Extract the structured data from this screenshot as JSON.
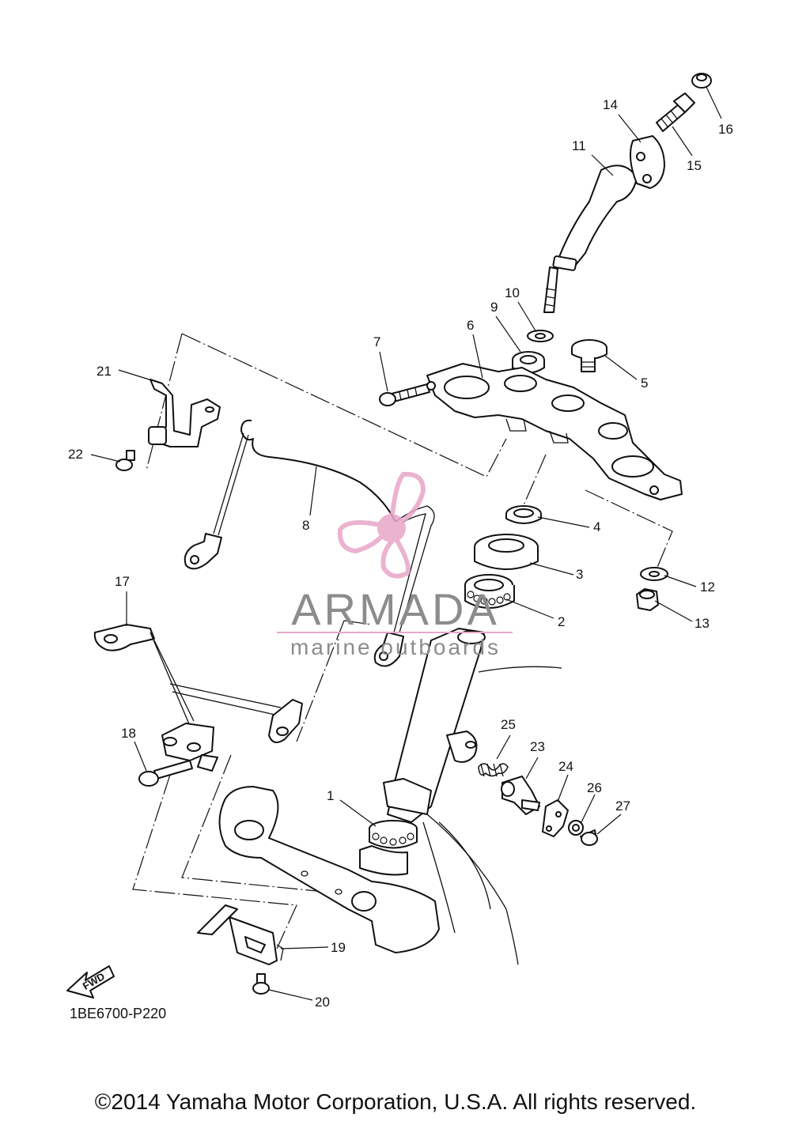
{
  "diagram": {
    "code": "1BE6700-P220",
    "fwd_label": "FWD",
    "callouts": [
      "1",
      "2",
      "3",
      "4",
      "5",
      "6",
      "7",
      "8",
      "9",
      "10",
      "11",
      "12",
      "13",
      "14",
      "15",
      "16",
      "17",
      "18",
      "19",
      "20",
      "21",
      "22",
      "23",
      "24",
      "25",
      "26",
      "27"
    ]
  },
  "watermark": {
    "brand": "ARMADA",
    "tagline": "marine outboards",
    "brand_color": "#e8a6c8"
  },
  "footer": {
    "copyright": "©2014 Yamaha Motor Corporation, U.S.A. All rights reserved."
  }
}
